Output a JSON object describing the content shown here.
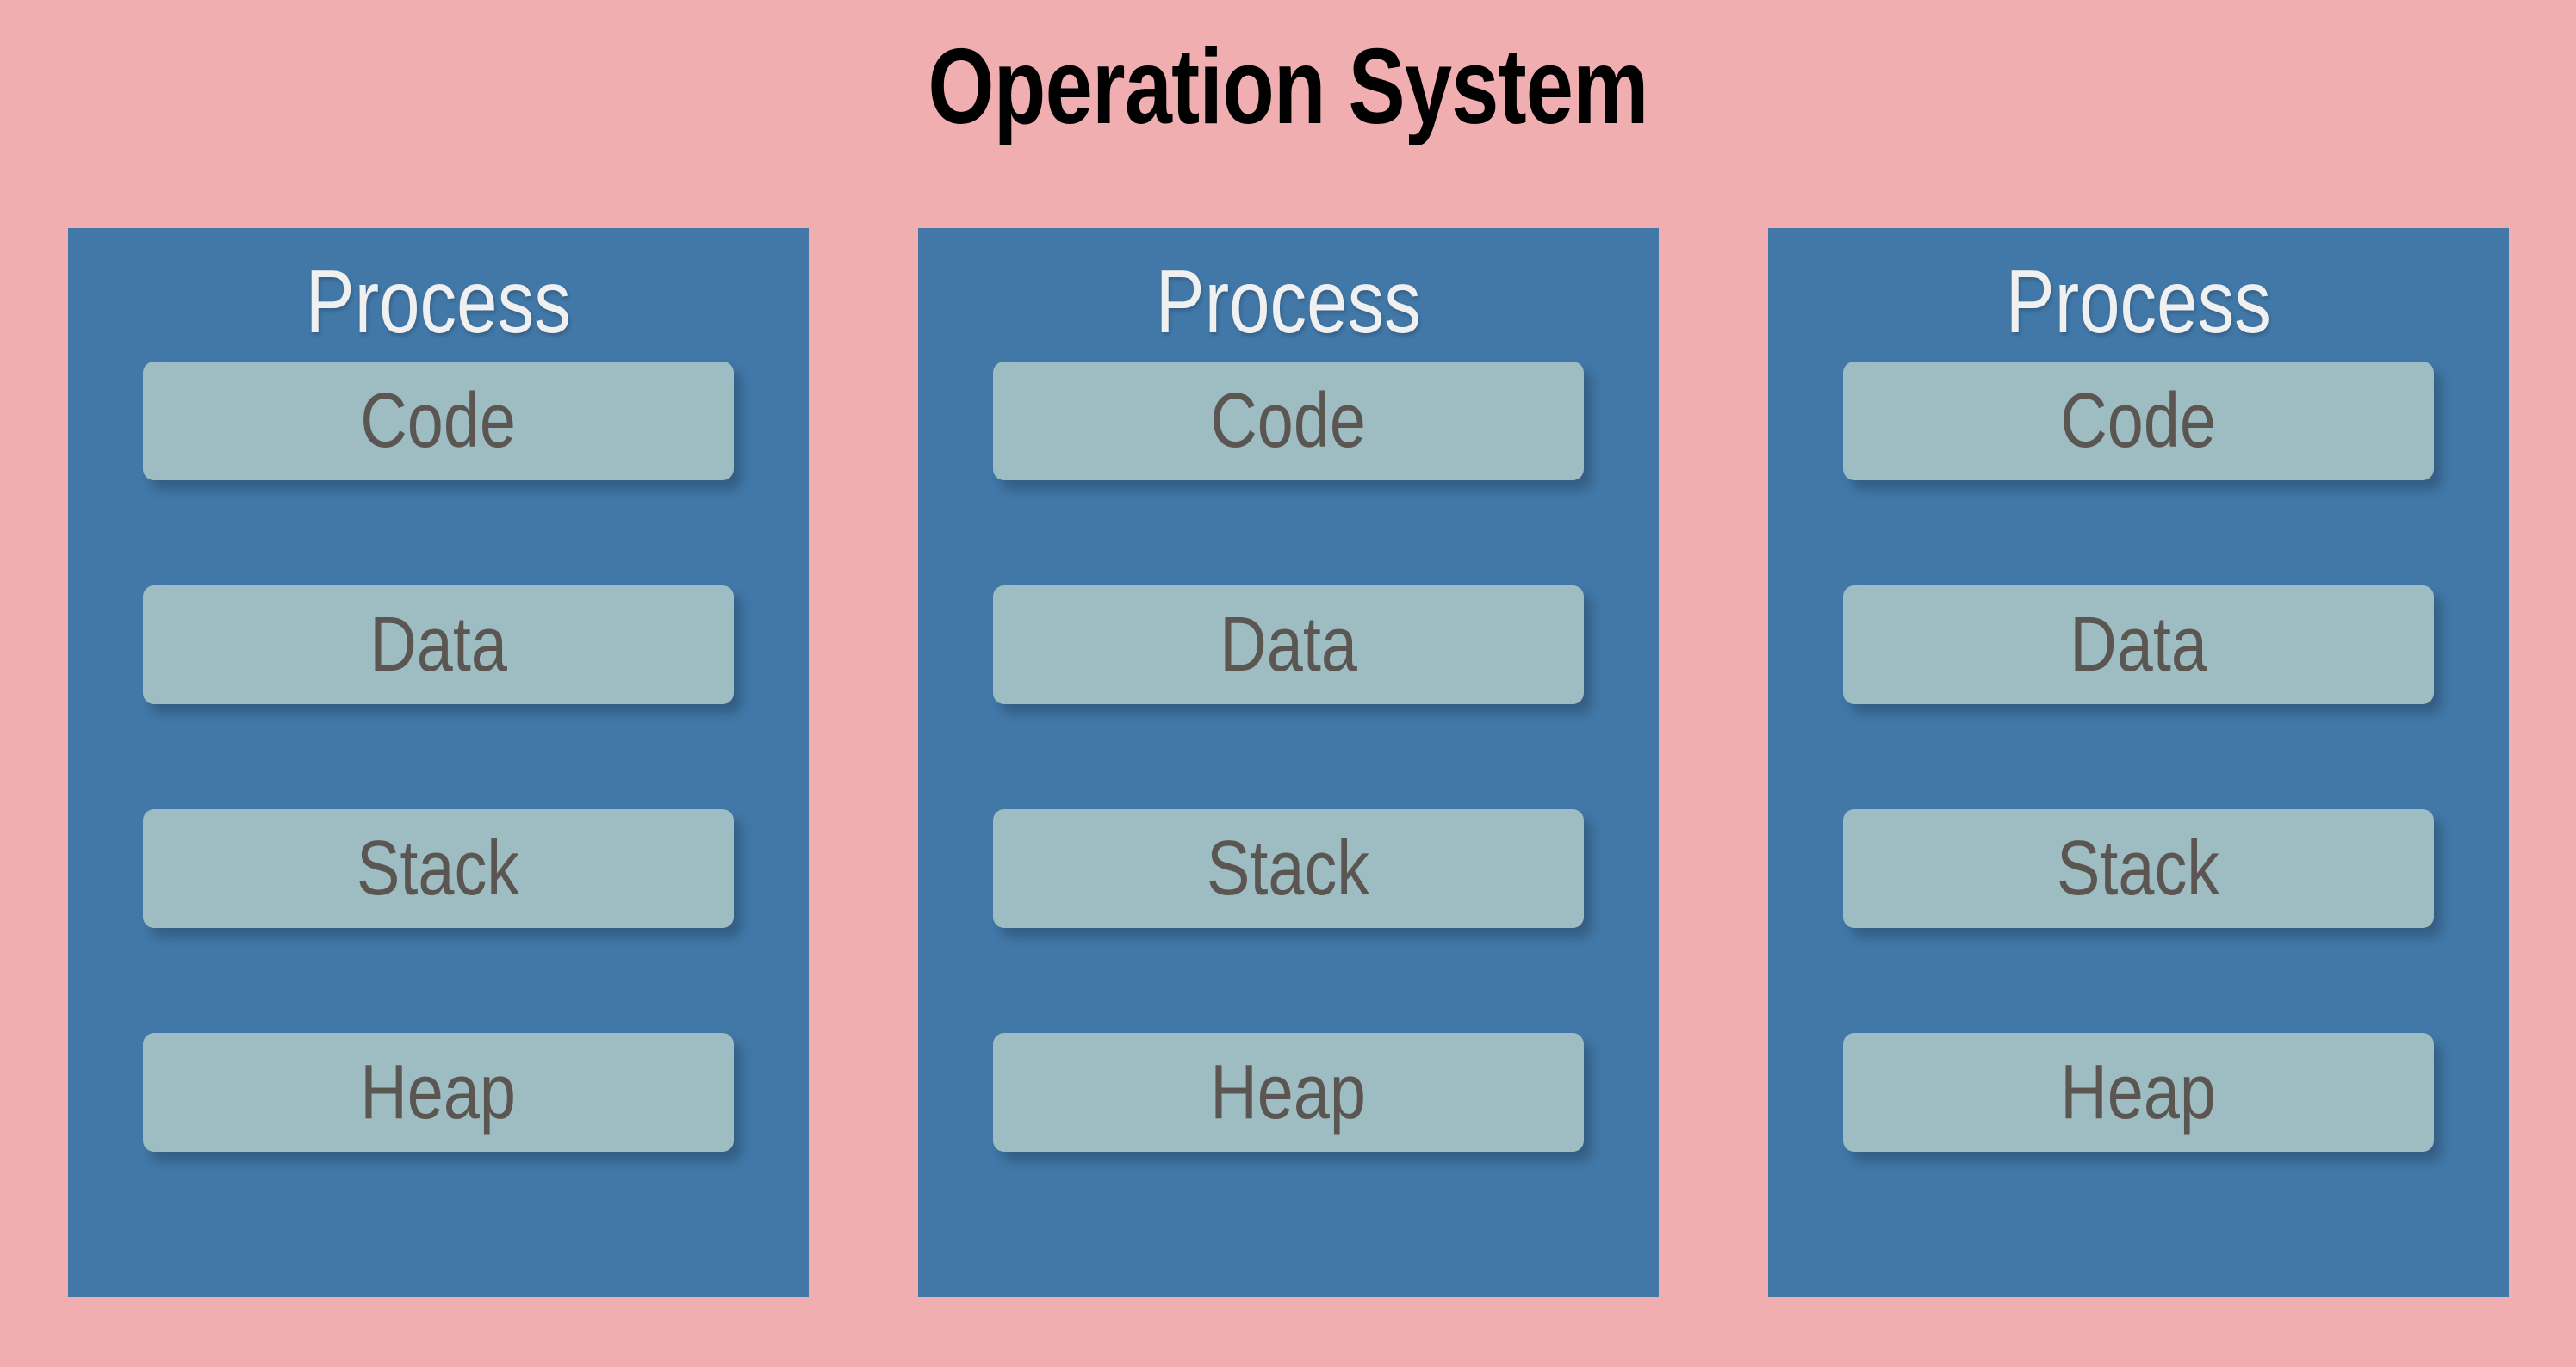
{
  "diagram": {
    "title": "Operation System",
    "background_color": "#f0aeb1",
    "panel_color": "#4178a8",
    "segment_color": "#9ebdc2",
    "title_color": "#000000",
    "panel_heading_color": "#f0f0f0",
    "segment_label_color": "#5b5652",
    "processes": [
      {
        "heading": "Process",
        "segments": [
          {
            "label": "Code"
          },
          {
            "label": "Data"
          },
          {
            "label": "Stack"
          },
          {
            "label": "Heap"
          }
        ]
      },
      {
        "heading": "Process",
        "segments": [
          {
            "label": "Code"
          },
          {
            "label": "Data"
          },
          {
            "label": "Stack"
          },
          {
            "label": "Heap"
          }
        ]
      },
      {
        "heading": "Process",
        "segments": [
          {
            "label": "Code"
          },
          {
            "label": "Data"
          },
          {
            "label": "Stack"
          },
          {
            "label": "Heap"
          }
        ]
      }
    ]
  }
}
